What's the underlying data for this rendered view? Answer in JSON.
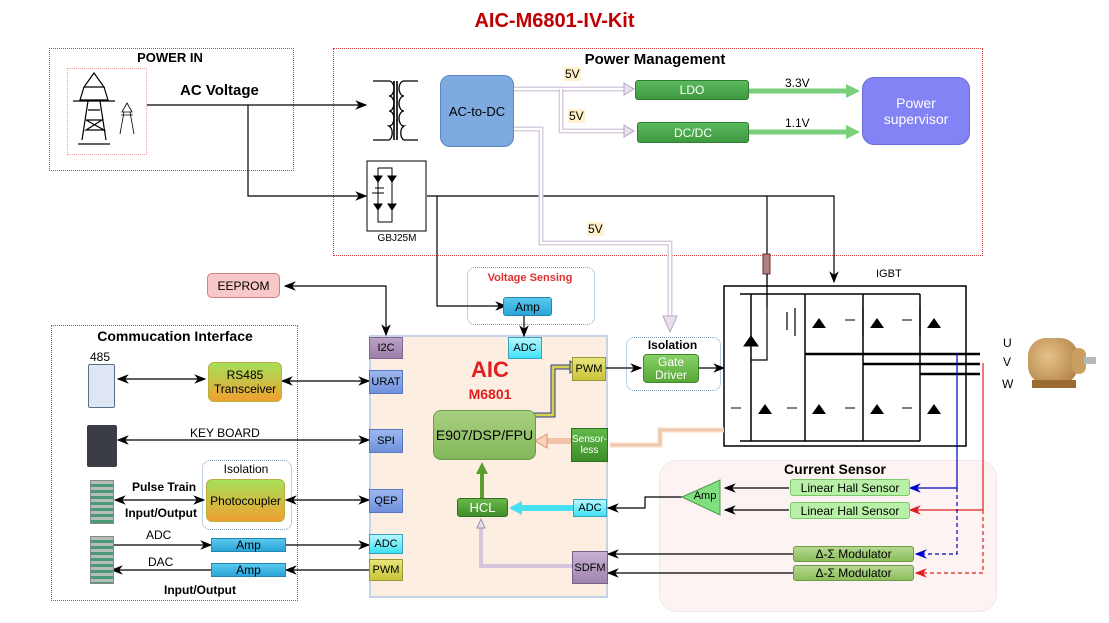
{
  "title": "AIC-M6801-IV-Kit",
  "groups": {
    "power_in": "POWER IN",
    "power_management": "Power Management",
    "comm_interface": "Commucation Interface",
    "voltage_sensing": "Voltage Sensing",
    "isolation_gate": "Isolation",
    "isolation_photo": "Isolation",
    "current_sensor": "Current Sensor"
  },
  "power_in": {
    "ac_label": "AC Voltage",
    "icon": "power-tower-icon"
  },
  "power_management": {
    "transformer_icon": "transformer-icon",
    "rectifier_label": "GBJ25M",
    "ac_dc": "AC-to-DC",
    "ldo": "LDO",
    "dcdc": "DC/DC",
    "supervisor": "Power supervisor",
    "v_5v_ldo": "5V",
    "v_5v_dcdc": "5V",
    "v_5v_gate": "5V",
    "v_33": "3.3V",
    "v_11": "1.1V"
  },
  "eeprom": "EEPROM",
  "comm": {
    "rs485_label": "485",
    "rs485_transceiver": "RS485 Transceiver",
    "keyboard": "KEY BOARD",
    "pulse_train": "Pulse Train",
    "pulse_io": "Input/Output",
    "photocoupler": "Photocoupler",
    "adc": "ADC",
    "dac": "DAC",
    "amp1": "Amp",
    "amp2": "Amp",
    "io": "Input/Output"
  },
  "voltage_sensing": {
    "amp": "Amp"
  },
  "mcu": {
    "name": "AIC",
    "model": "M6801",
    "core": "E907/DSP/FPU",
    "hcl": "HCL",
    "ports_left": [
      "I2C",
      "URAT",
      "SPI",
      "QEP",
      "ADC",
      "PWM"
    ],
    "adc_top": "ADC",
    "pwm_right": "PWM",
    "sensorless": "Sensor-less",
    "adc_right": "ADC",
    "sdfm": "SDFM"
  },
  "gate_driver": "Gate Driver",
  "igbt": {
    "label": "IGBT",
    "phases": [
      "U",
      "V",
      "W"
    ]
  },
  "current_sensor": {
    "amp": "Amp",
    "hall1": "Linear Hall Sensor",
    "hall2": "Linear Hall Sensor",
    "mod1": "Δ-Σ Modulator",
    "mod2": "Δ-Σ Modulator"
  },
  "colors": {
    "title": "#c00000",
    "phase_u_sense": "#0000c0",
    "phase_v_sense": "#e02020"
  }
}
